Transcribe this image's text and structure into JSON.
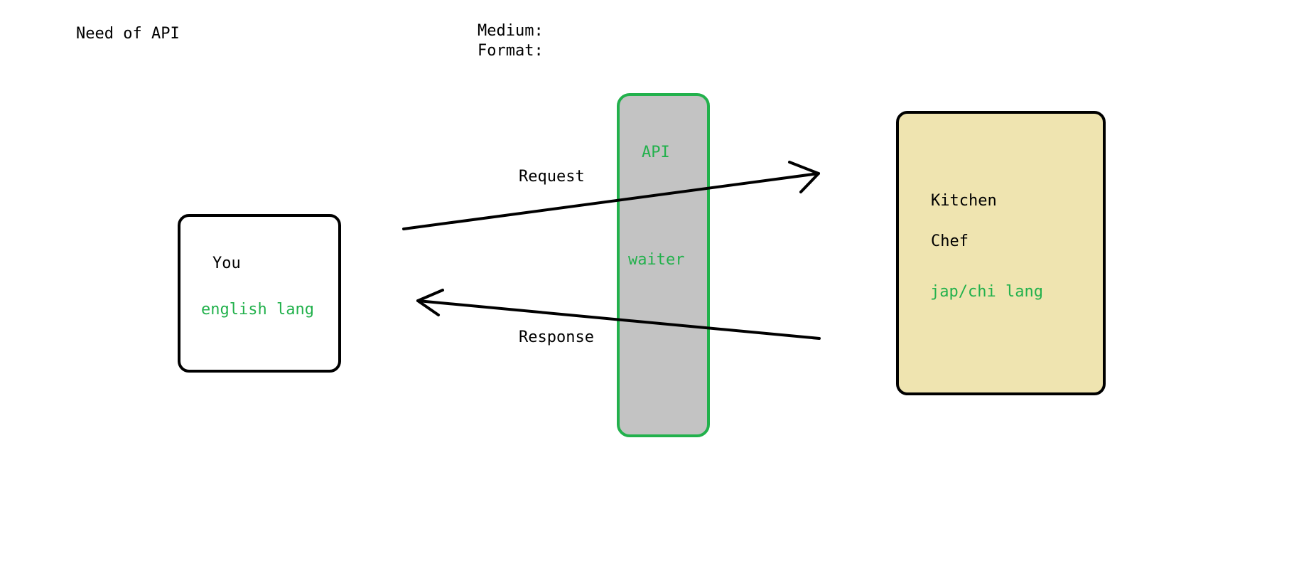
{
  "title": "Need of API",
  "notes": {
    "medium": "Medium:",
    "format": "Format:"
  },
  "client": {
    "name": "You",
    "language": "english lang"
  },
  "api": {
    "name": "API",
    "analogy": "waiter"
  },
  "server": {
    "name": "Kitchen",
    "role": "Chef",
    "language": "jap/chi lang"
  },
  "flows": {
    "request": "Request",
    "response": "Response"
  },
  "colors": {
    "ink": "#000000",
    "accent_green": "#22b14c",
    "api_fill": "#c3c3c3",
    "server_fill": "#efe4b0",
    "background": "#ffffff"
  }
}
